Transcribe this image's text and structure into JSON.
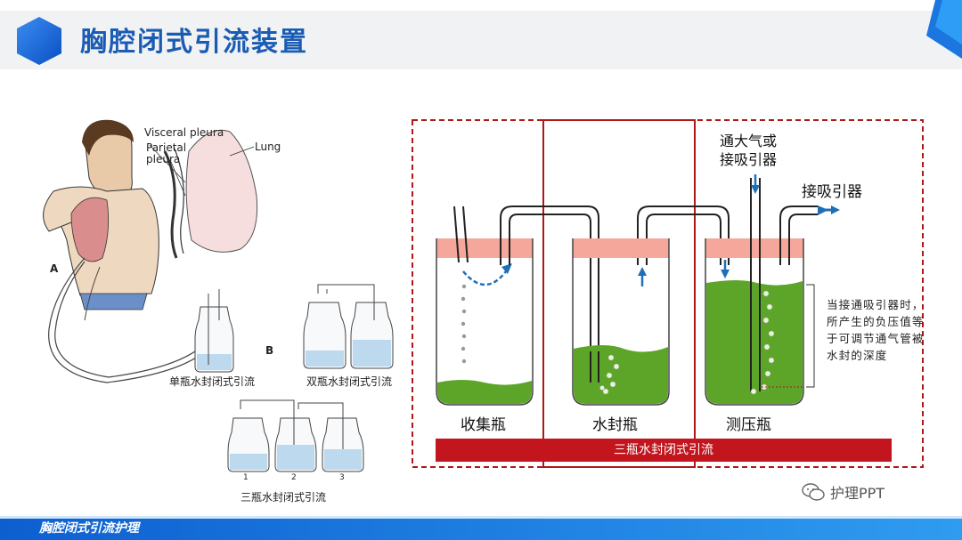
{
  "header": {
    "title": "胸腔闭式引流装置"
  },
  "left_figure": {
    "labels": {
      "visceral": "Visceral pleura",
      "parietal": "Parietal\npleura",
      "lung": "Lung",
      "a": "A",
      "b": "B"
    },
    "captions": {
      "single": "单瓶水封闭式引流",
      "double": "双瓶水封闭式引流",
      "triple": "三瓶水封闭式引流"
    },
    "bottle_numbers": [
      "1",
      "2",
      "3"
    ]
  },
  "right_figure": {
    "bottles": [
      "收集瓶",
      "水封瓶",
      "测压瓶"
    ],
    "top_labels": {
      "atmosphere": "通大气或\n接吸引器",
      "suction": "接吸引器"
    },
    "note": "当接通吸引器时，所产生的负压值等于可调节通气管被水封的深度",
    "banner": "三瓶水封闭式引流"
  },
  "footer": {
    "text": "胸腔闭式引流护理"
  },
  "watermark": {
    "text": "护理PPT",
    "icon": "wechat-icon"
  },
  "colors": {
    "title_blue": "#1a5cb3",
    "frame_red": "#c2151d",
    "water_green": "#5da528",
    "stopper_pink": "#f4a79a"
  }
}
